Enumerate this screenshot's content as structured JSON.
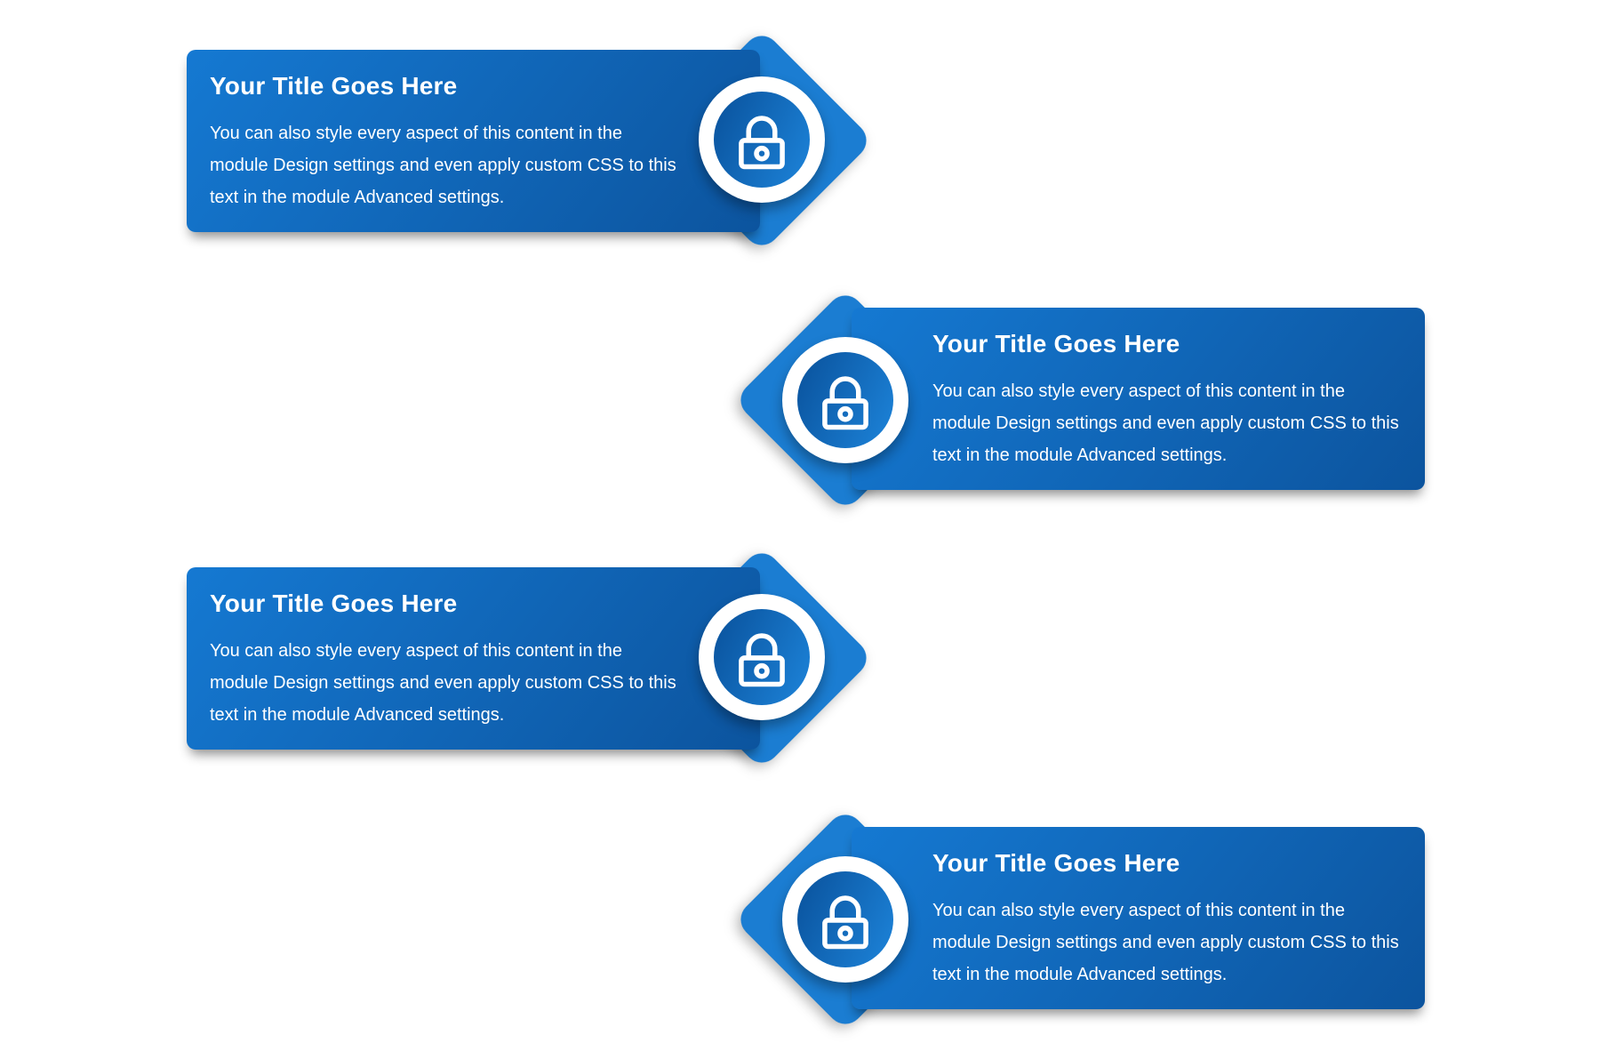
{
  "page": {
    "background_color": "#ffffff"
  },
  "colors": {
    "card_gradient_start": "#1579d2",
    "card_gradient_end": "#0c549e",
    "arrow_diamond": "#1b7dd2",
    "icon_circle_gradient_start": "#09519b",
    "icon_circle_gradient_end": "#1d84da",
    "icon_ring": "#ffffff",
    "text": "#ffffff"
  },
  "blurbs": [
    {
      "title": "Your Title Goes Here",
      "body_lines": [
        "You can also style every aspect of this content in the",
        "module Design settings and even apply custom CSS to this",
        "text in the module Advanced settings."
      ],
      "icon": "lock-icon",
      "arrow_direction": "right"
    },
    {
      "title": "Your Title Goes Here",
      "body_lines": [
        "You can also style every aspect of this content in the",
        "module Design settings and even apply custom CSS to this",
        "text in the module Advanced settings."
      ],
      "icon": "lock-icon",
      "arrow_direction": "left"
    },
    {
      "title": "Your Title Goes Here",
      "body_lines": [
        "You can also style every aspect of this content in the",
        "module Design settings and even apply custom CSS to this",
        "text in the module Advanced settings."
      ],
      "icon": "lock-icon",
      "arrow_direction": "right"
    },
    {
      "title": "Your Title Goes Here",
      "body_lines": [
        "You can also style every aspect of this content in the",
        "module Design settings and even apply custom CSS to this",
        "text in the module Advanced settings."
      ],
      "icon": "lock-icon",
      "arrow_direction": "left"
    }
  ]
}
